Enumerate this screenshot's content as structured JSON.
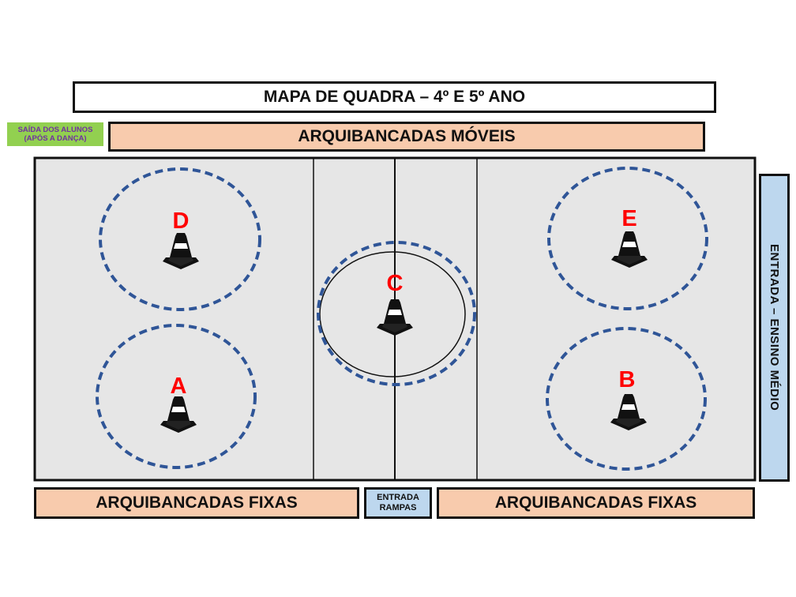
{
  "title": "MAPA DE QUADRA – 4º E 5º ANO",
  "exit_label": {
    "line1": "SAÍDA DOS ALUNOS",
    "line2": "(APÓS A DANÇA)"
  },
  "top_stands": "ARQUIBANCADAS MÓVEIS",
  "bottom_stands_left": "ARQUIBANCADAS FIXAS",
  "bottom_stands_right": "ARQUIBANCADAS FIXAS",
  "ramp_entrance": {
    "line1": "ENTRADA",
    "line2": "RAMPAS"
  },
  "side_entrance": "ENTRADA – ENSINO MÉDIO",
  "stations": {
    "d": "D",
    "e": "E",
    "c": "C",
    "a": "A",
    "b": "B"
  },
  "colors": {
    "court_fill": "#e6e6e6",
    "stands_fill": "#f8cbad",
    "entrance_fill": "#bdd7ee",
    "exit_fill": "#92d050",
    "exit_text": "#7030a0",
    "station_letter": "#ff0000",
    "dashed_circle": "#2f5597"
  },
  "icons": [
    "traffic-cone-icon"
  ]
}
